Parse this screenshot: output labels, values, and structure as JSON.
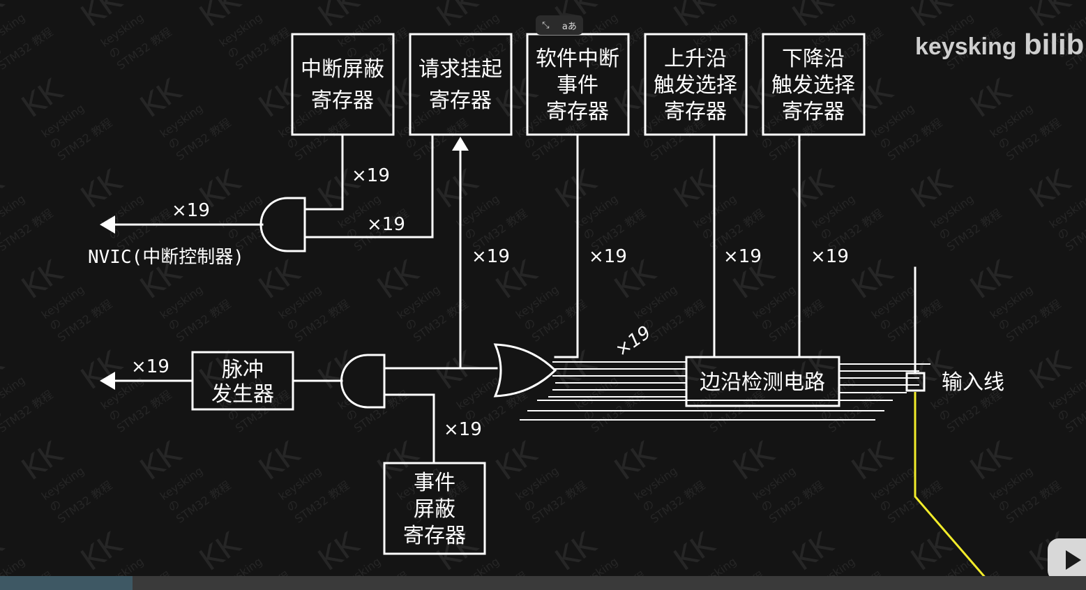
{
  "overlay": {
    "icon_left": "crop-rotate-icon",
    "icon_right": "translate-icon",
    "translate_label": "aあ"
  },
  "brand": {
    "name": "keysking",
    "platform": "bilib"
  },
  "watermark": {
    "mark": "KK",
    "line1": "keysking",
    "line2": "の",
    "line3": "STM32 教程"
  },
  "boxes": {
    "interrupt_mask": [
      "中断屏蔽",
      "寄存器"
    ],
    "pending": [
      "请求挂起",
      "寄存器"
    ],
    "software_event": [
      "软件中断",
      "事件",
      "寄存器"
    ],
    "rising_trigger": [
      "上升沿",
      "触发选择",
      "寄存器"
    ],
    "falling_trigger": [
      "下降沿",
      "触发选择",
      "寄存器"
    ],
    "pulse_generator": [
      "脉冲",
      "发生器"
    ],
    "event_mask": [
      "事件",
      "屏蔽",
      "寄存器"
    ],
    "edge_detect": "边沿检测电路"
  },
  "labels": {
    "nvic": "NVIC(中断控制器)",
    "input_line": "输入线",
    "times19": "×19",
    "times19_italic": "×19"
  },
  "colors": {
    "background": "#141414",
    "line": "#ffffff",
    "highlight": "#f2ec2a"
  }
}
